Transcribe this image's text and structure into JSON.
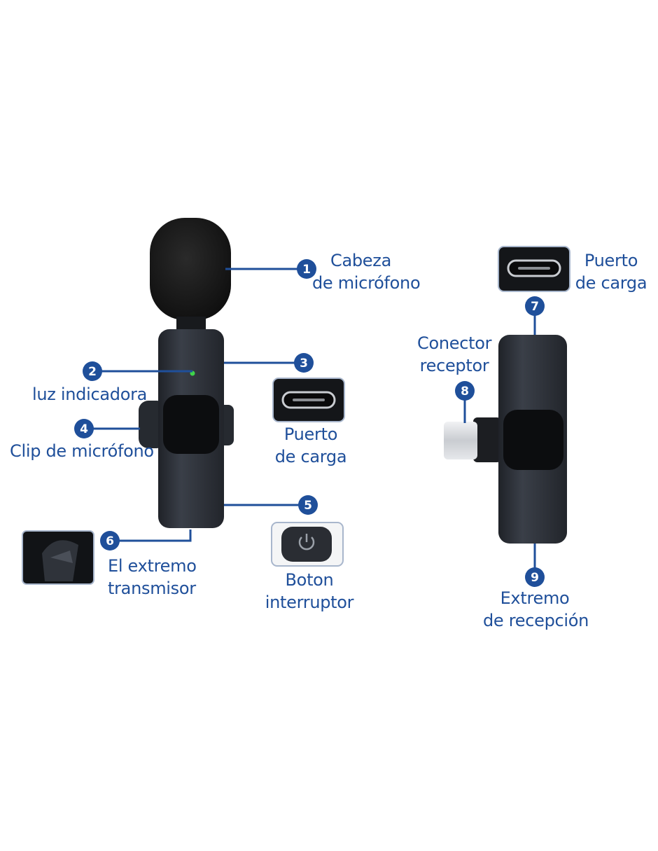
{
  "colors": {
    "accent": "#1f4f9a",
    "label_text": "#1f4f9a",
    "device_body": "#2c3038",
    "foam": "#151515",
    "indicator_led": "#3fd44a",
    "connector_metal": "#d8dade"
  },
  "callouts": [
    {
      "number": "1",
      "lines": [
        "Cabeza",
        "de micrófono"
      ]
    },
    {
      "number": "2",
      "lines": [
        "luz indicadora"
      ]
    },
    {
      "number": "3",
      "lines": [
        "Puerto",
        "de carga"
      ]
    },
    {
      "number": "4",
      "lines": [
        "Clip de micrófono"
      ]
    },
    {
      "number": "5",
      "lines": [
        "Boton",
        "interruptor"
      ]
    },
    {
      "number": "6",
      "lines": [
        "El extremo",
        "transmisor"
      ]
    },
    {
      "number": "7",
      "lines": [
        "Puerto",
        "de carga"
      ]
    },
    {
      "number": "8",
      "lines": [
        "Conector",
        "receptor"
      ]
    },
    {
      "number": "9",
      "lines": [
        "Extremo",
        "de recepción"
      ]
    }
  ],
  "icons": {
    "power": "power-icon",
    "usb_c_port": "usb-c-port-icon"
  }
}
